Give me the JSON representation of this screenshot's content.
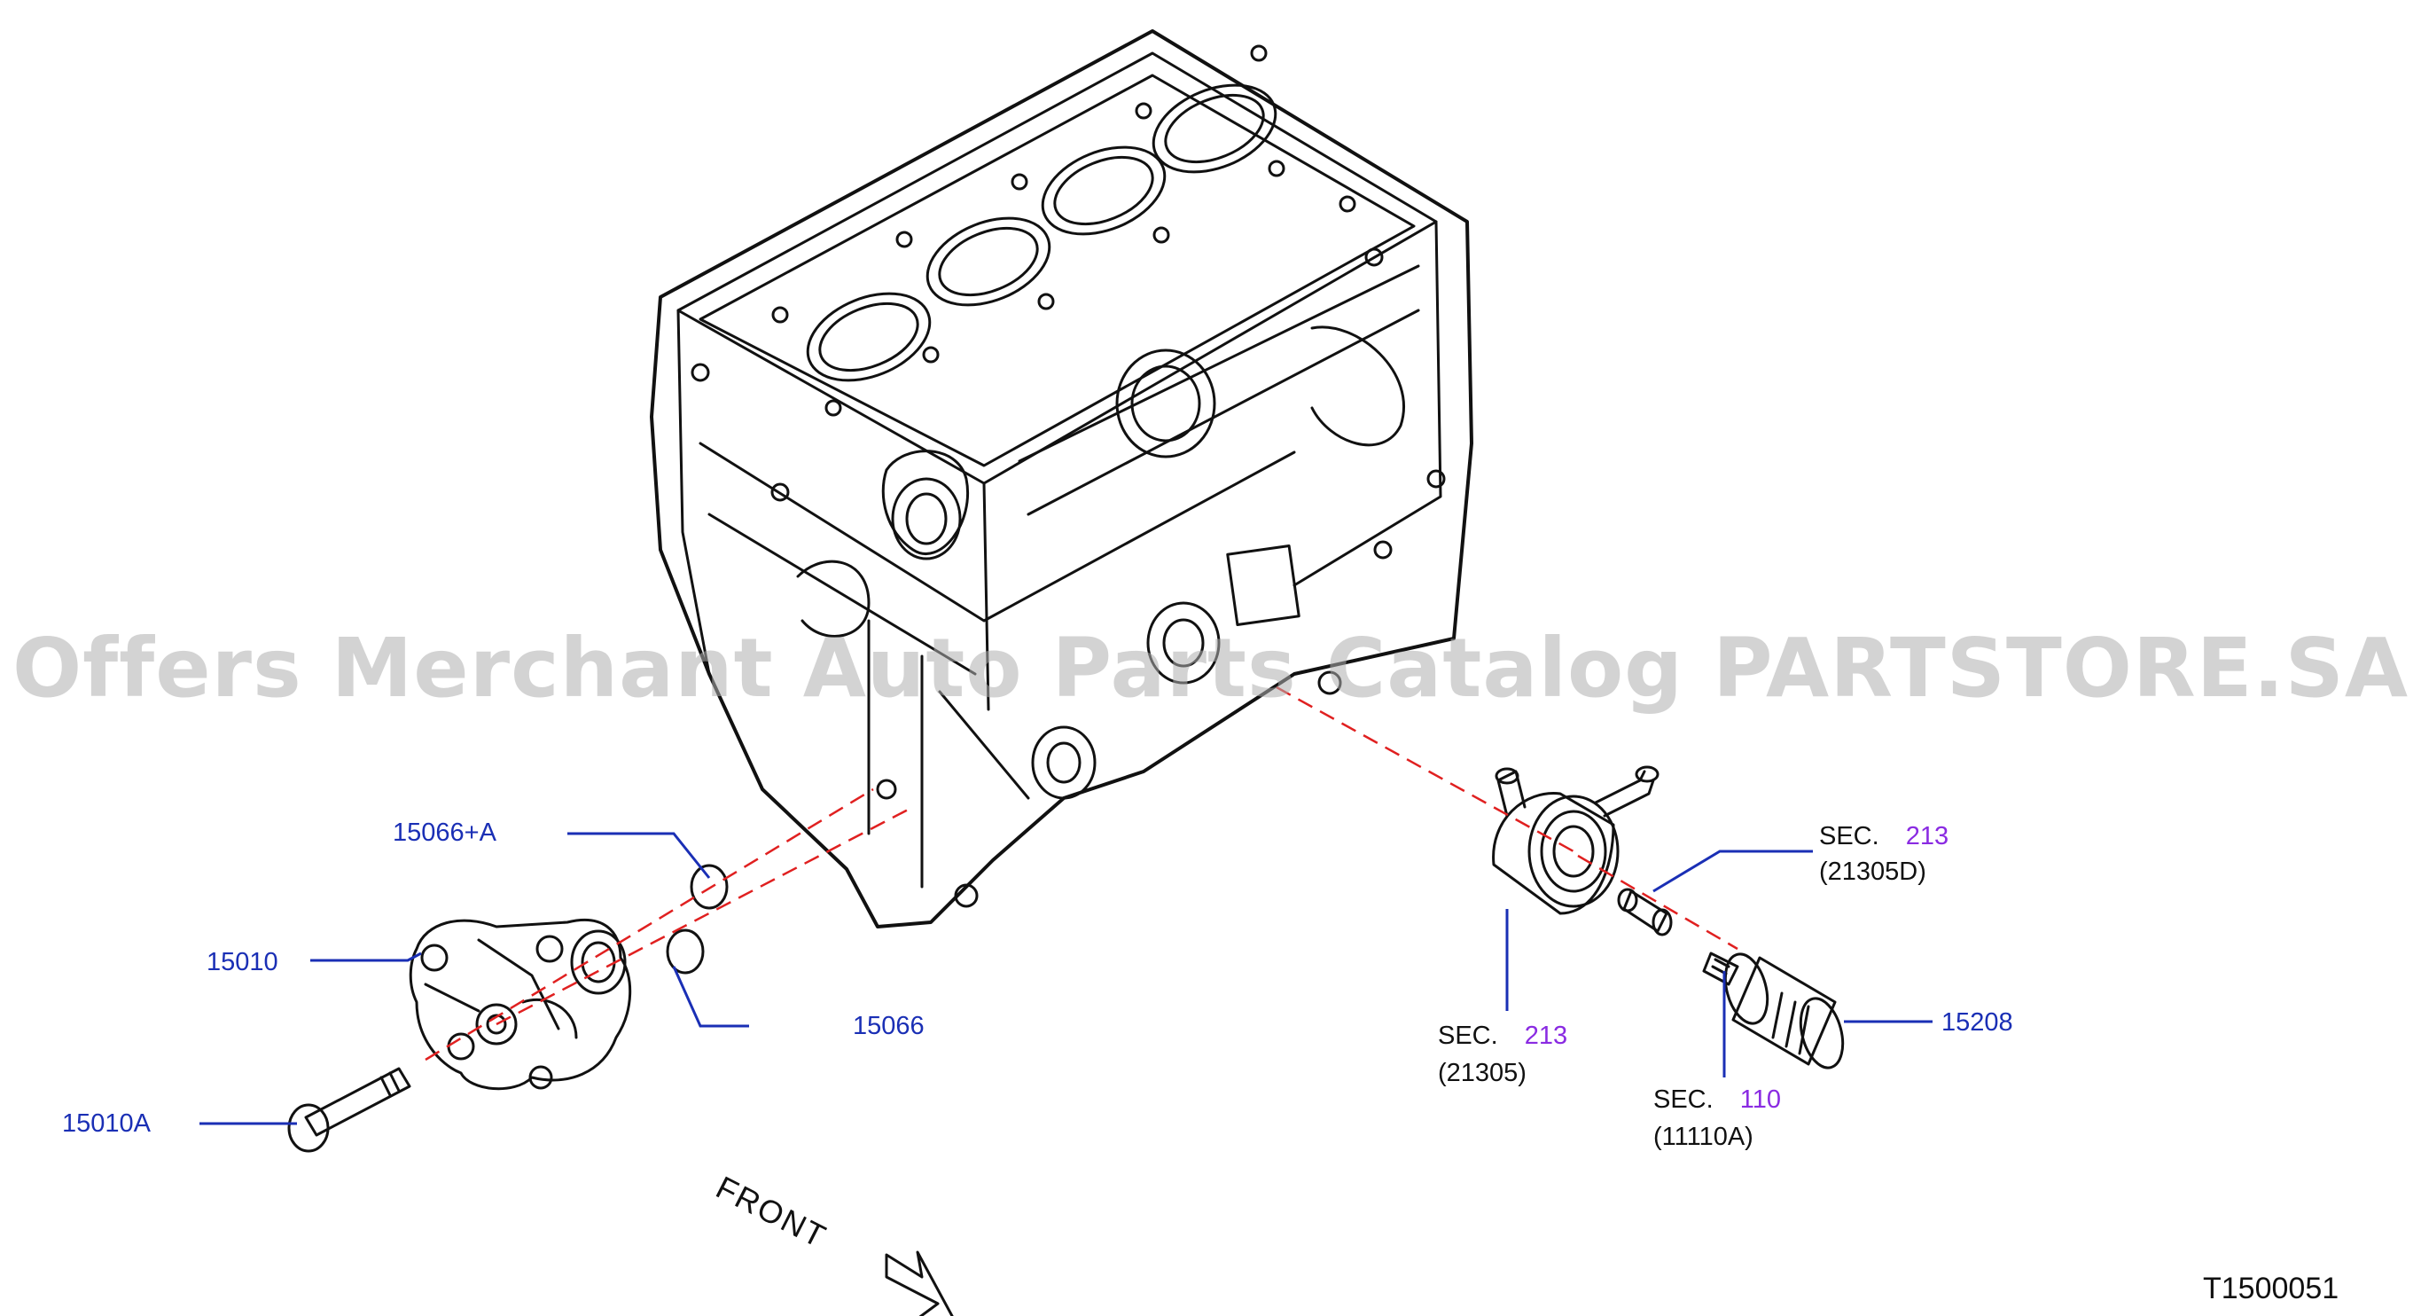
{
  "watermark": "Offers Merchant Auto Parts Catalog PARTSTORE.SA",
  "diagram_id": "T1500051",
  "front_label": "FRONT",
  "colors": {
    "part_link": "#1a2fb5",
    "section_link": "#8a2be2",
    "leader_dash": "#e02020",
    "line": "#111111"
  },
  "callouts": {
    "p15066a": "15066+A",
    "p15010": "15010",
    "p15066": "15066",
    "p15010a": "15010A",
    "p15208": "15208",
    "sec_21305d": {
      "prefix": "SEC.",
      "section": "213",
      "code": "(21305D)"
    },
    "sec_21305": {
      "prefix": "SEC.",
      "section": "213",
      "code": "(21305)"
    },
    "sec_11110a": {
      "prefix": "SEC.",
      "section": "110",
      "code": "(11110A)"
    }
  }
}
